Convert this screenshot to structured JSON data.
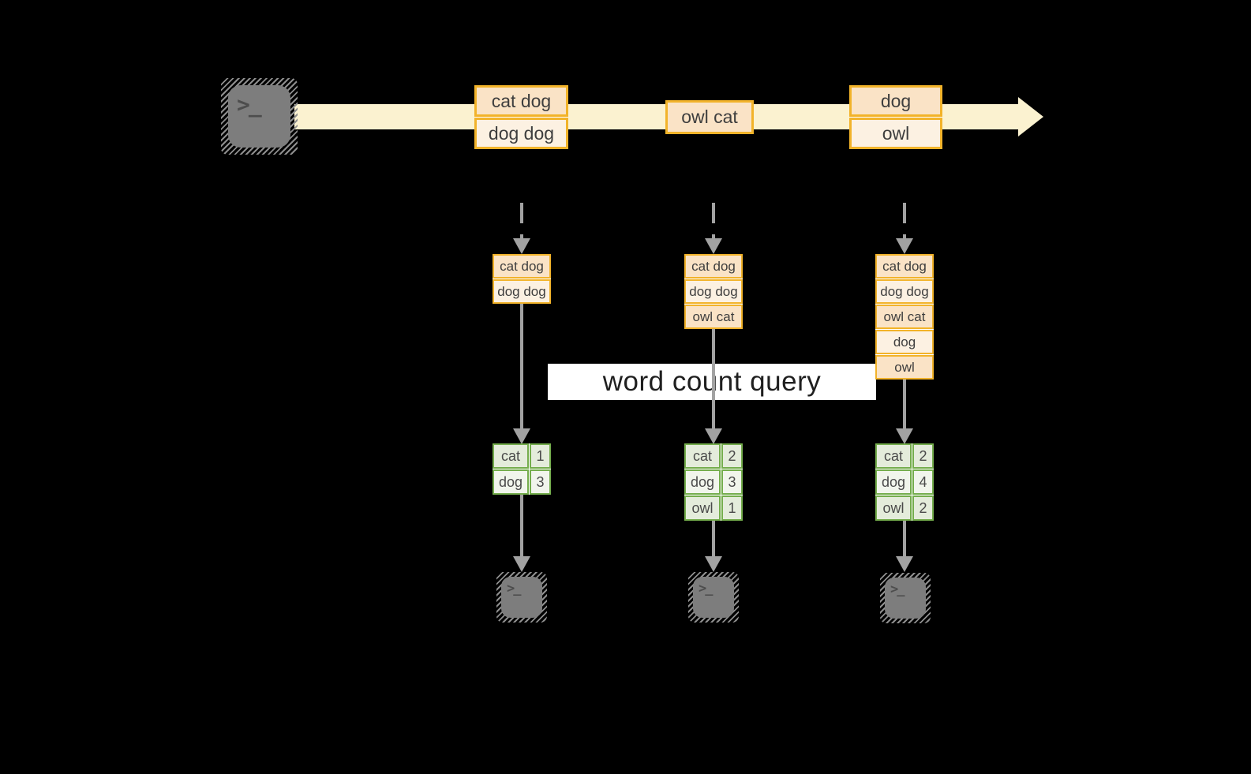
{
  "colors": {
    "gold": "#F2B32A",
    "peach": "#FAE3C6",
    "peach_light": "#FCF1E2",
    "cream": "#FBF2D0",
    "green": "#74AD4C",
    "green_fill": "#E4ECDB",
    "green_fill_light": "#F1F5EC",
    "gray_arrow": "#A2A2A2",
    "terminal_gray": "#7D7D7D",
    "terminal_hatch": "#8E8E8E",
    "glyph": "#4D4D4D",
    "text": "#3E3E3E",
    "band_bg": "#FFFFFF",
    "band_text": "#1F1F1F",
    "bg": "#000000"
  },
  "icons": {
    "prompt_glyph": ">_"
  },
  "stream": {
    "events": [
      {
        "lines": [
          "cat dog",
          "dog dog"
        ]
      },
      {
        "lines": [
          "owl cat"
        ]
      },
      {
        "lines": [
          "dog",
          "owl"
        ]
      }
    ]
  },
  "query": {
    "label": "word count query"
  },
  "columns": [
    {
      "state": [
        "cat dog",
        "dog dog"
      ],
      "counts": [
        {
          "word": "cat",
          "count": "1"
        },
        {
          "word": "dog",
          "count": "3"
        }
      ]
    },
    {
      "state": [
        "cat dog",
        "dog dog",
        "owl cat"
      ],
      "counts": [
        {
          "word": "cat",
          "count": "2"
        },
        {
          "word": "dog",
          "count": "3"
        },
        {
          "word": "owl",
          "count": "1"
        }
      ]
    },
    {
      "state": [
        "cat dog",
        "dog dog",
        "owl cat",
        "dog",
        "owl"
      ],
      "counts": [
        {
          "word": "cat",
          "count": "2"
        },
        {
          "word": "dog",
          "count": "4"
        },
        {
          "word": "owl",
          "count": "2"
        }
      ]
    }
  ]
}
